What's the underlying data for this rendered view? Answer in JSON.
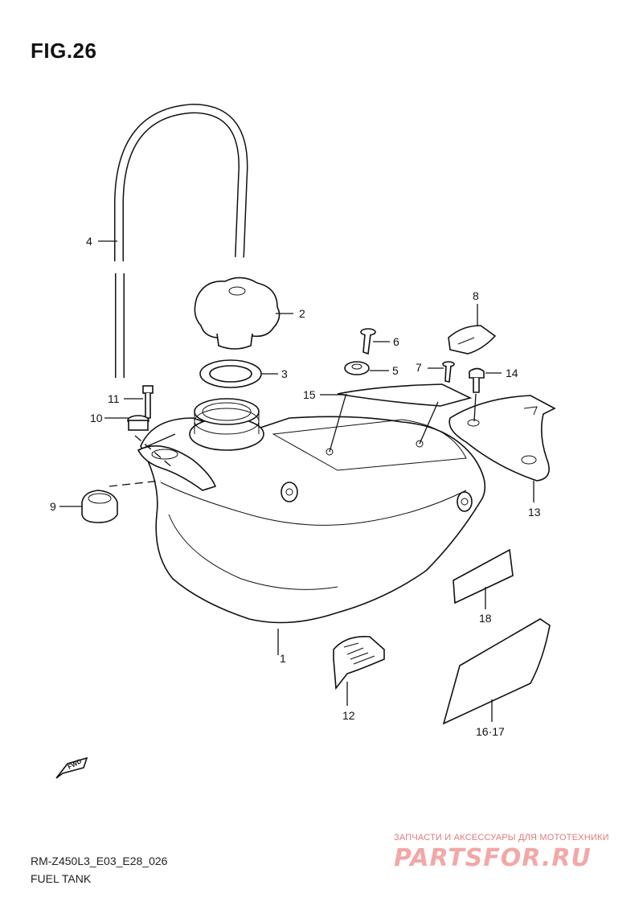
{
  "figure": {
    "title": "FIG.26",
    "code": "RM-Z450L3_E03_E28_026",
    "name": "FUEL TANK"
  },
  "callouts": [
    "1",
    "2",
    "3",
    "4",
    "5",
    "6",
    "7",
    "8",
    "9",
    "10",
    "11",
    "12",
    "13",
    "14",
    "15",
    "16·17",
    "18"
  ],
  "direction_badge": "FWD",
  "watermark": {
    "text": "ЗАПЧАСТИ И АКСЕССУАРЫ ДЛЯ МОТОТЕХНИКИ",
    "logo": "PARTSFOR.RU"
  }
}
